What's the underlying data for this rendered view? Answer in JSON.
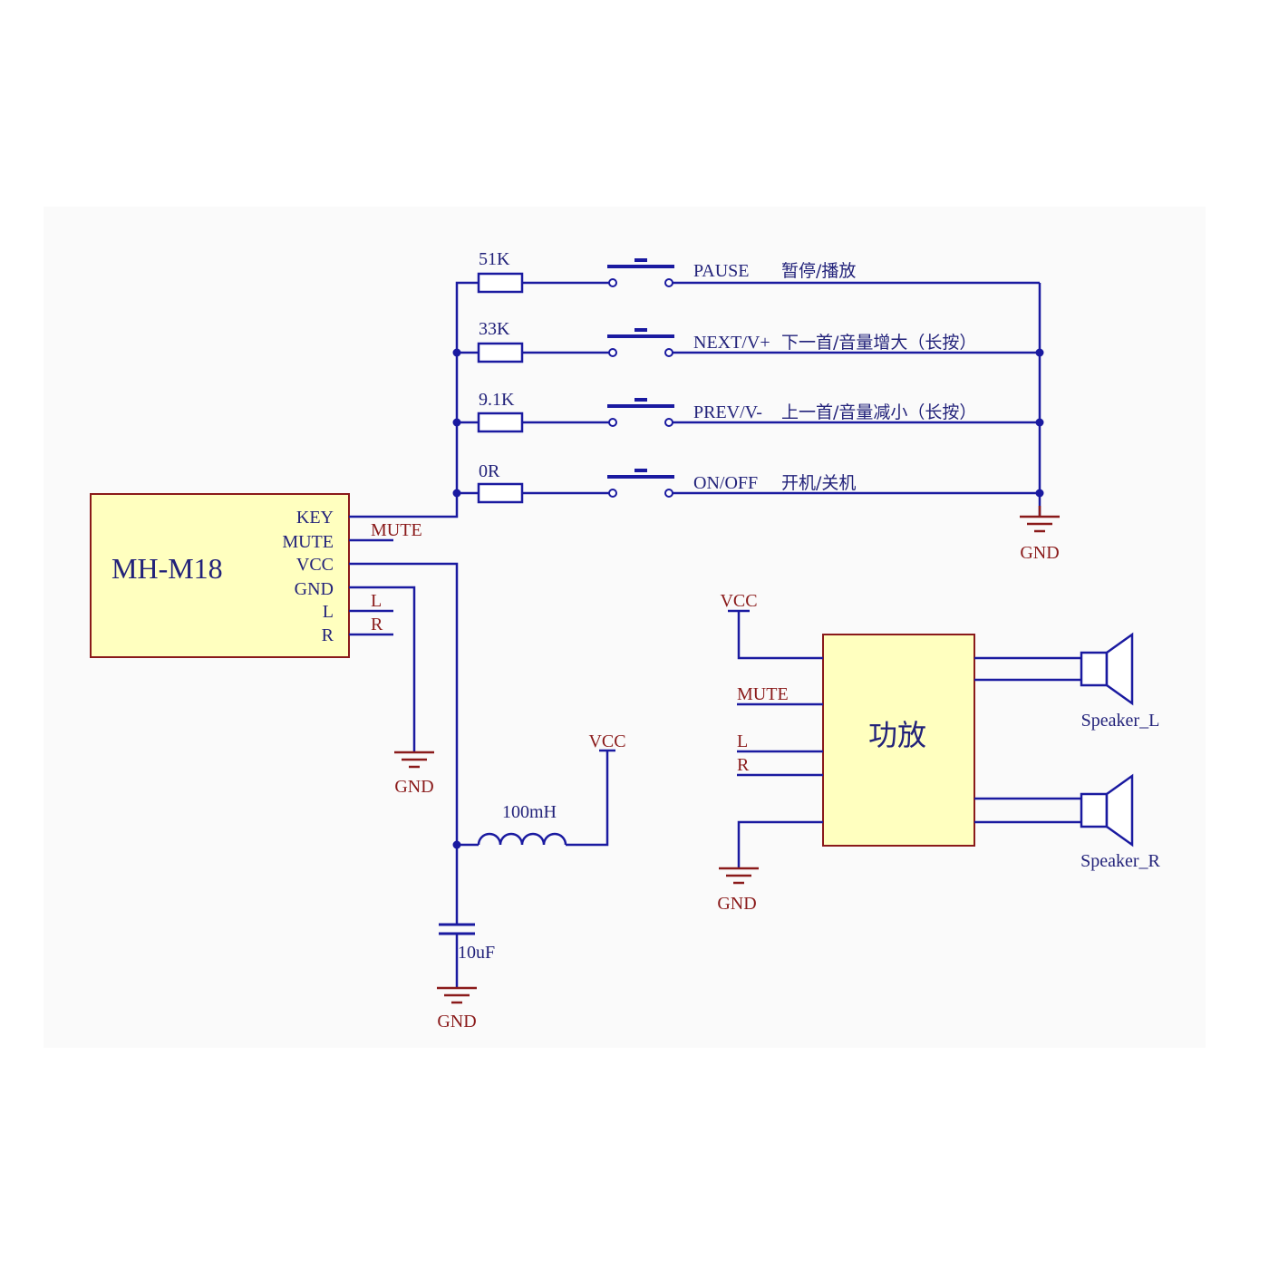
{
  "module": {
    "name": "MH-M18",
    "pins": [
      "KEY",
      "MUTE",
      "VCC",
      "GND",
      "L",
      "R"
    ],
    "net_mute": "MUTE",
    "net_l": "L",
    "net_r": "R"
  },
  "buttons": [
    {
      "resistor": "51K",
      "label": "PAUSE",
      "desc": "暂停/播放"
    },
    {
      "resistor": "33K",
      "label": "NEXT/V+",
      "desc": "下一首/音量增大（长按）"
    },
    {
      "resistor": "9.1K",
      "label": "PREV/V-",
      "desc": "上一首/音量减小（长按）"
    },
    {
      "resistor": "0R",
      "label": "ON/OFF",
      "desc": "开机/关机"
    }
  ],
  "gnd": "GND",
  "vcc": "VCC",
  "inductor": "100mH",
  "capacitor": "10uF",
  "amp": {
    "title": "功放",
    "mute": "MUTE",
    "l": "L",
    "r": "R",
    "speaker_l": "Speaker_L",
    "speaker_r": "Speaker_R"
  },
  "colors": {
    "wire": "#1a1aa0",
    "box_fill": "#ffffbf",
    "net_label": "#8a1a1a"
  }
}
